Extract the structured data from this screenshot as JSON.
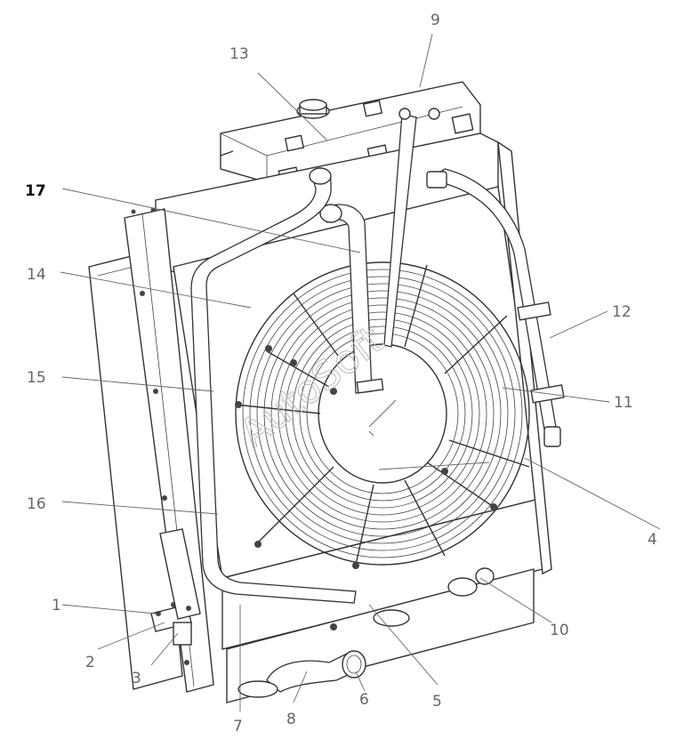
{
  "diagram": {
    "callouts": [
      {
        "id": "1",
        "text": "1"
      },
      {
        "id": "2",
        "text": "2"
      },
      {
        "id": "3",
        "text": "3"
      },
      {
        "id": "4",
        "text": "4"
      },
      {
        "id": "5",
        "text": "5"
      },
      {
        "id": "6",
        "text": "6"
      },
      {
        "id": "7",
        "text": "7"
      },
      {
        "id": "8",
        "text": "8"
      },
      {
        "id": "9",
        "text": "9"
      },
      {
        "id": "10",
        "text": "10"
      },
      {
        "id": "11",
        "text": "11"
      },
      {
        "id": "12",
        "text": "12"
      },
      {
        "id": "13",
        "text": "13"
      },
      {
        "id": "14",
        "text": "14"
      },
      {
        "id": "15",
        "text": "15"
      },
      {
        "id": "16",
        "text": "16"
      },
      {
        "id": "17",
        "text": "17"
      }
    ],
    "watermark": "AutoSoft"
  }
}
